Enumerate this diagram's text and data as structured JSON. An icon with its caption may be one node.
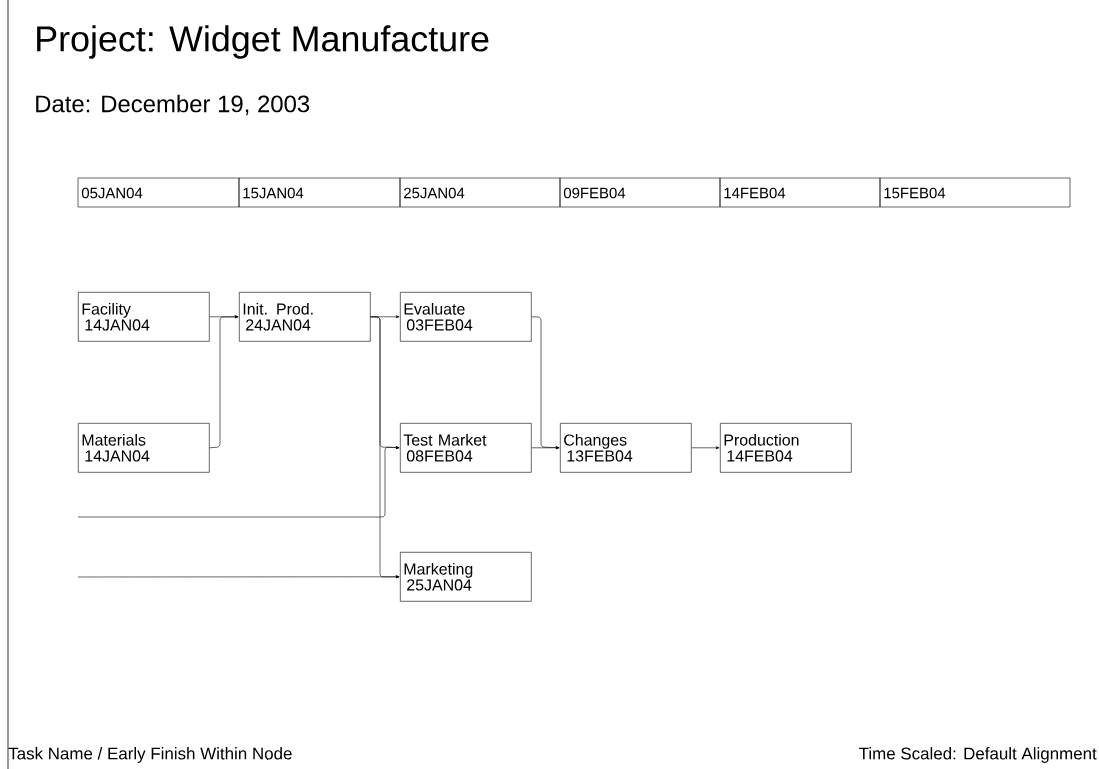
{
  "diagram": {
    "title": "Project: Widget Manufacture",
    "nodes": [
      {
        "text": [
          "Facility",
          "14JAN04"
        ]
      },
      {
        "text": [
          "Init. Prod.",
          "24JAN04"
        ]
      },
      {
        "text": [
          "Evaluate",
          "03FEB04"
        ]
      },
      {
        "text": [
          "Materials",
          "14JAN04"
        ]
      },
      {
        "text": [
          "Test Market",
          "08FEB04"
        ]
      },
      {
        "text": [
          "Changes",
          "13FEB04"
        ]
      },
      {
        "text": [
          "Production",
          "14FEB04"
        ]
      },
      {
        "text": [
          "Marketing",
          "25JAN04"
        ]
      }
    ],
    "edges": [
      {
        "from": 0,
        "to": 1,
        "arrow": "to"
      },
      {
        "from": 3,
        "to": 1,
        "arrow": "to"
      },
      {
        "from": 1,
        "to": 2,
        "arrow": "to"
      },
      {
        "from": 1,
        "to": 4,
        "arrow": "to"
      },
      {
        "from": 1,
        "to": 7,
        "arrow": "to"
      },
      {
        "from": 2,
        "to": 5,
        "arrow": "to"
      },
      {
        "from": 4,
        "to": 5,
        "arrow": "to"
      },
      {
        "from": 5,
        "to": 6,
        "arrow": "to"
      },
      {
        "from": null,
        "to": 4,
        "arrow": "to"
      },
      {
        "from": null,
        "to": 7,
        "arrow": "to"
      }
    ],
    "labels": [
      "Date: December 19, 2003",
      "05JAN04",
      "15JAN04",
      "25JAN04",
      "09FEB04",
      "14FEB04",
      "15FEB04",
      "Task Name / Early Finish Within Node",
      "Time Scaled: Default Alignment"
    ]
  }
}
